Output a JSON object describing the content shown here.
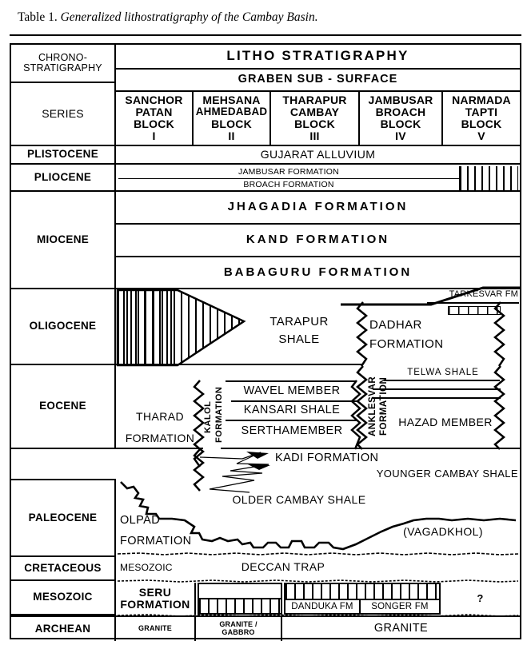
{
  "caption": {
    "number": "Table 1.",
    "text": "Generalized lithostratigraphy of the Cambay Basin."
  },
  "header": {
    "chrono": "CHRONO-\nSTRATIGRAPHY",
    "chrono_line1": "CHRONO-",
    "chrono_line2": "STRATIGRAPHY",
    "litho": "LITHO  STRATIGRAPHY",
    "graben": "GRABEN     SUB - SURFACE",
    "series": "SERIES"
  },
  "blocks": [
    {
      "lines": [
        "SANCHOR",
        "PATAN",
        "BLOCK"
      ],
      "numeral": "I"
    },
    {
      "lines": [
        "MEHSANA",
        "AHMEDABAD",
        "BLOCK"
      ],
      "numeral": "II"
    },
    {
      "lines": [
        "THARAPUR",
        "CAMBAY",
        "BLOCK"
      ],
      "numeral": "III"
    },
    {
      "lines": [
        "JAMBUSAR",
        "BROACH",
        "BLOCK"
      ],
      "numeral": "IV"
    },
    {
      "lines": [
        "NARMADA",
        "TAPTI",
        "BLOCK"
      ],
      "numeral": "V"
    }
  ],
  "series": [
    {
      "name": "PLISTOCENE"
    },
    {
      "name": "PLIOCENE"
    },
    {
      "name": "MIOCENE"
    },
    {
      "name": "OLIGOCENE"
    },
    {
      "name": "EOCENE"
    },
    {
      "name": "PALEOCENE"
    },
    {
      "name": "CRETACEOUS"
    },
    {
      "name": "MESOZOIC"
    },
    {
      "name": "ARCHEAN"
    }
  ],
  "units": {
    "gujarat_alluvium": "GUJARAT   ALLUVIUM",
    "jambusar_formation": "JAMBUSAR   FORMATION",
    "broach_formation": "BROACH      FORMATION",
    "jhagadia_formation": "JHAGADIA  FORMATION",
    "kand_formation": "KAND    FORMATION",
    "babaguru_formation": "BABAGURU  FORMATION",
    "tarkesvar_fm": "TARKESVAR FM",
    "tarapur_shale_l1": "TARAPUR",
    "tarapur_shale_l2": "SHALE",
    "dadhar_formation_l1": "DADHAR",
    "dadhar_formation_l2": "FORMATION",
    "telwa_shale": "TELWA SHALE",
    "anklesvar_formation_l1": "ANKLESVAR",
    "anklesvar_formation_l2": "FORMATION",
    "kalol_formation_l1": "KALOL",
    "kalol_formation_l2": "FORMATION",
    "tharad_formation_l1": "THARAD",
    "tharad_formation_l2": "FORMATION",
    "wavel_member": "WAVEL MEMBER",
    "kansari_shale": "KANSARI SHALE",
    "sertha_member": "SERTHAMEMBER",
    "hazad_member": "HAZAD  MEMBER",
    "kadi_formation": "KADI FORMATION",
    "younger_cambay_shale": "YOUNGER  CAMBAY  SHALE",
    "older_cambay_shale": "OLDER  CAMBAY SHALE",
    "olpad_formation_l1": "OLPAD",
    "olpad_formation_l2": "FORMATION",
    "vagadkhol": "(VAGADKHOL)",
    "mesozoic_label": "MESOZOIC",
    "deccan_trap": "DECCAN    TRAP",
    "seru_formation_l1": "SERU",
    "seru_formation_l2": "FORMATION",
    "danduka_fm": "DANDUKA FM",
    "songer_fm": "SONGER FM",
    "question_mark": "?",
    "granite": "GRANITE",
    "granite_gabbro_l1": "GRANITE /",
    "granite_gabbro_l2": "GABBRO",
    "granite_small": "GRANITE"
  },
  "colors": {
    "ink": "#000000",
    "paper": "#ffffff"
  }
}
